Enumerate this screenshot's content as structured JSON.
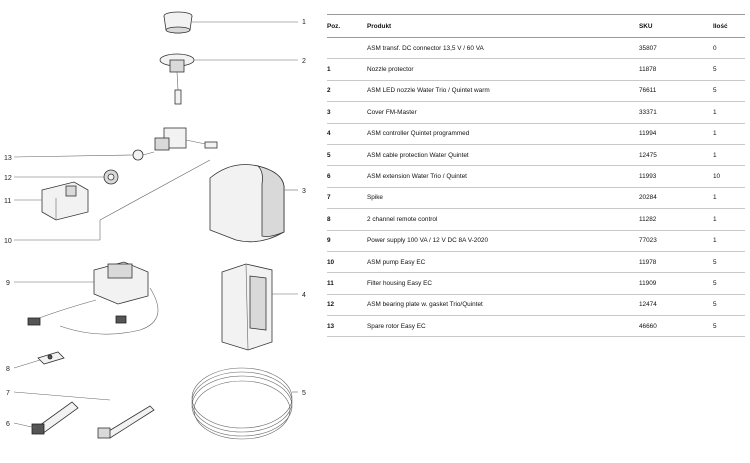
{
  "diagram": {
    "callouts": [
      "1",
      "2",
      "3",
      "4",
      "5",
      "6",
      "7",
      "8",
      "9",
      "10",
      "11",
      "12",
      "13"
    ]
  },
  "table": {
    "headers": {
      "poz": "Poz.",
      "product": "Produkt",
      "sku": "SKU",
      "qty": "Ilość"
    },
    "rows": [
      {
        "poz": "",
        "product": "ASM transf. DC connector 13,5 V / 60 VA",
        "sku": "35807",
        "qty": "0"
      },
      {
        "poz": "1",
        "product": "Nozzle protector",
        "sku": "11878",
        "qty": "5"
      },
      {
        "poz": "2",
        "product": "ASM LED nozzle Water Trio / Quintet warm",
        "sku": "76611",
        "qty": "5"
      },
      {
        "poz": "3",
        "product": "Cover FM-Master",
        "sku": "33371",
        "qty": "1"
      },
      {
        "poz": "4",
        "product": "ASM controller Quintet programmed",
        "sku": "11994",
        "qty": "1"
      },
      {
        "poz": "5",
        "product": "ASM cable protection Water Quintet",
        "sku": "12475",
        "qty": "1"
      },
      {
        "poz": "6",
        "product": "ASM extension Water Trio / Quintet",
        "sku": "11993",
        "qty": "10"
      },
      {
        "poz": "7",
        "product": "Spike",
        "sku": "20284",
        "qty": "1"
      },
      {
        "poz": "8",
        "product": "2 channel remote control",
        "sku": "11282",
        "qty": "1"
      },
      {
        "poz": "9",
        "product": "Power supply 100 VA / 12 V DC 8A V-2020",
        "sku": "77023",
        "qty": "1"
      },
      {
        "poz": "10",
        "product": "ASM pump Easy EC",
        "sku": "11978",
        "qty": "5"
      },
      {
        "poz": "11",
        "product": "Filter housing Easy EC",
        "sku": "11909",
        "qty": "5"
      },
      {
        "poz": "12",
        "product": "ASM bearing plate w. gasket Trio/Quintet",
        "sku": "12474",
        "qty": "5"
      },
      {
        "poz": "13",
        "product": "Spare rotor Easy EC",
        "sku": "46660",
        "qty": "5"
      }
    ]
  }
}
